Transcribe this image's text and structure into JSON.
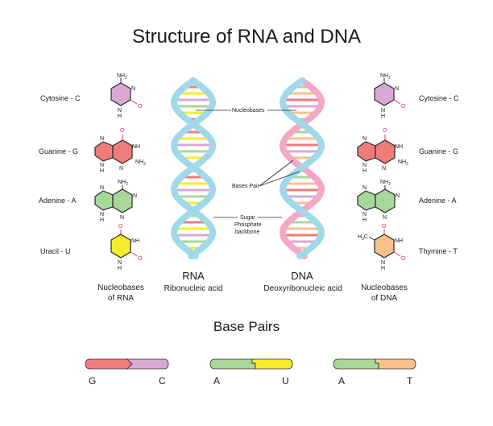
{
  "title": "Structure of RNA and DNA",
  "subtitle": "Base Pairs",
  "colors": {
    "cytosine": "#d9a9d4",
    "guanine": "#f07b7b",
    "adenine": "#a8d79a",
    "uracil": "#f5ec2a",
    "thymine": "#f9c08b",
    "strand_blue": "#9fd9ea",
    "strand_pink": "#f4a8c8"
  },
  "left_bases": [
    {
      "label": "Cytosine - C"
    },
    {
      "label": "Guanine - G"
    },
    {
      "label": "Adenine - A"
    },
    {
      "label": "Uracil - U"
    }
  ],
  "right_bases": [
    {
      "label": "Cytosine - C"
    },
    {
      "label": "Guanine - G"
    },
    {
      "label": "Adenine - A"
    },
    {
      "label": "Thymine - T"
    }
  ],
  "atoms": {
    "nh2": "NH",
    "sub2": "2",
    "n": "N",
    "nh": "NH",
    "h": "H",
    "o": "O",
    "h3c": "H",
    "sub3": "3",
    "c": "C"
  },
  "callouts": {
    "nucleobases": "Nucleobases",
    "base_pair": "Bases Pair",
    "sugar_line1": "Sugar",
    "sugar_line2": "Phosphate",
    "sugar_line3": "backbone"
  },
  "rna": {
    "name": "RNA",
    "full": "Ribonucleic acid",
    "bases_line1": "Nucleobases",
    "bases_line2": "of RNA"
  },
  "dna": {
    "name": "DNA",
    "full": "Deoxyribonucleic acid",
    "bases_line1": "Nucleobases",
    "bases_line2": "of DNA"
  },
  "pairs": [
    {
      "left": "G",
      "right": "C"
    },
    {
      "left": "A",
      "right": "U"
    },
    {
      "left": "A",
      "right": "T"
    }
  ]
}
